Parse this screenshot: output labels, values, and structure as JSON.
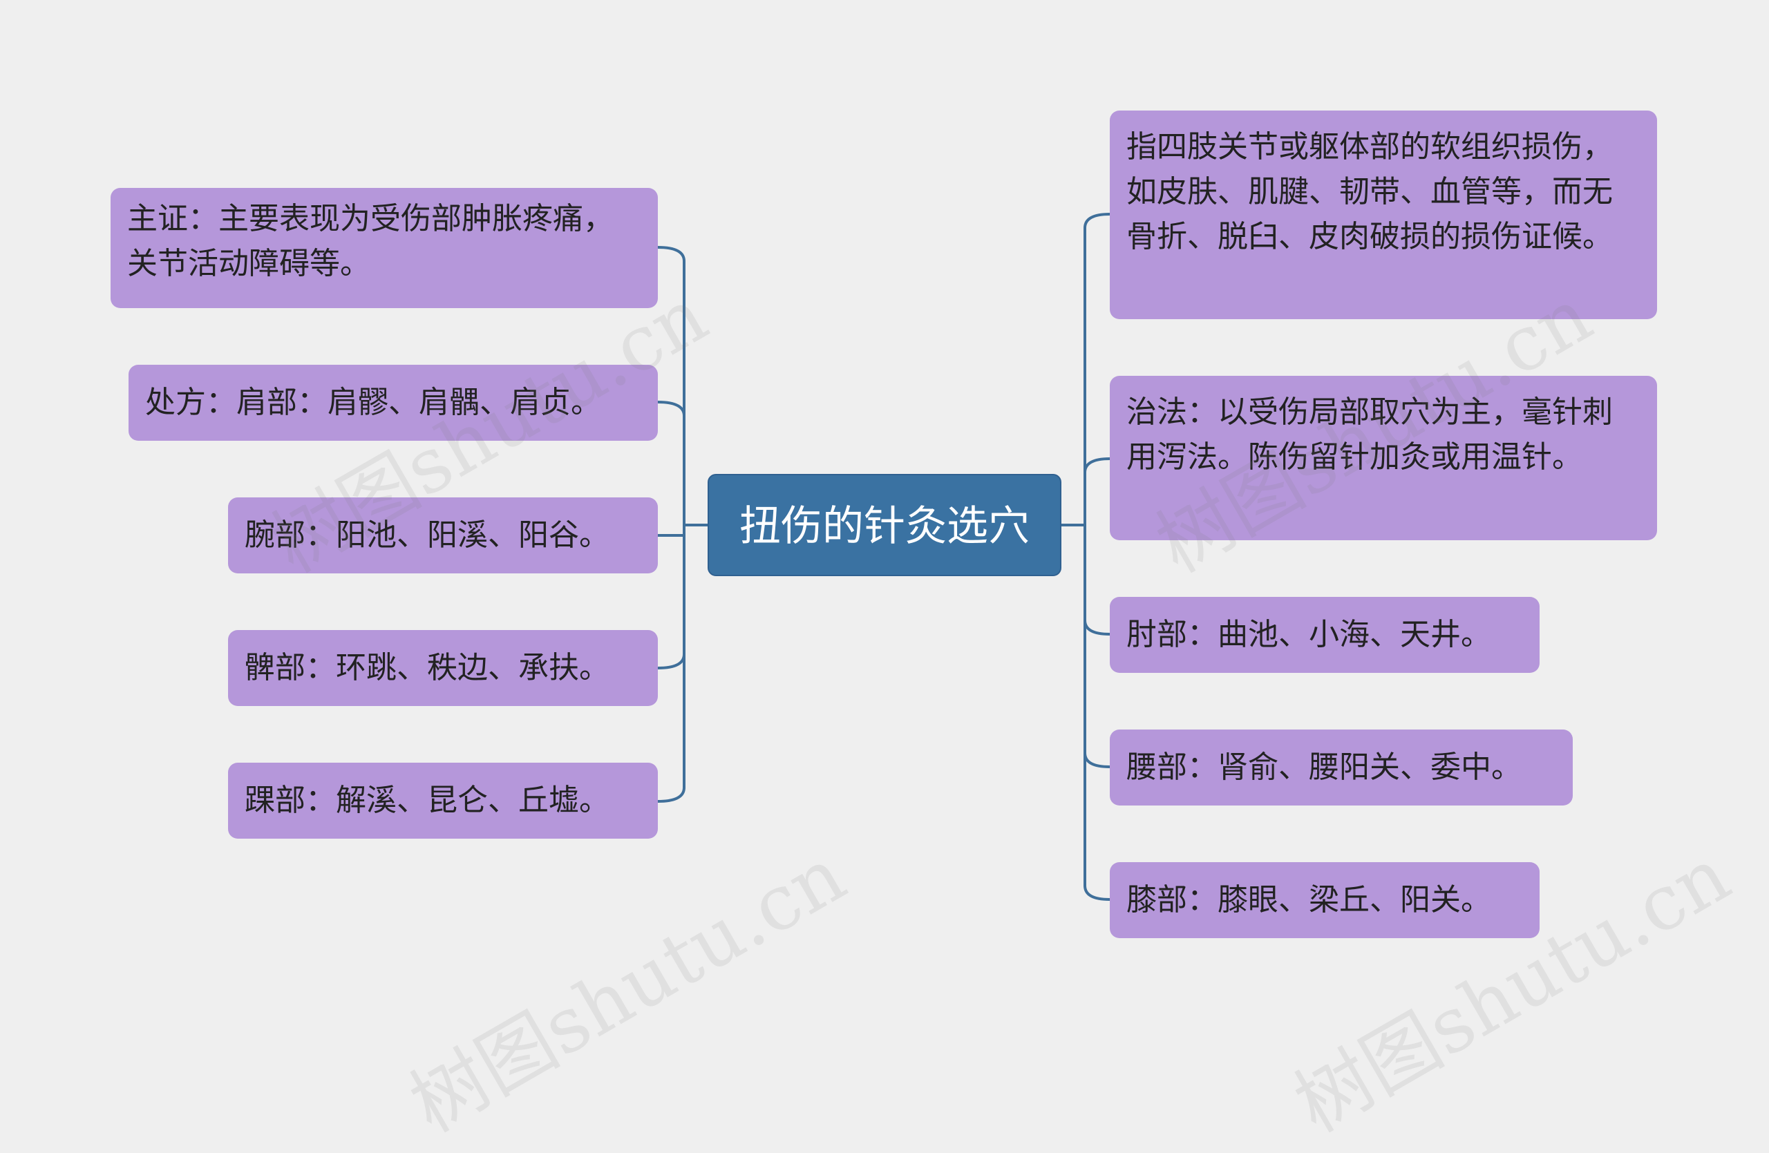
{
  "mindmap": {
    "center": {
      "label": "扭伤的针灸选穴"
    },
    "left": [
      {
        "text": "主证：主要表现为受伤部肿胀疼痛，关节活动障碍等。"
      },
      {
        "text": "处方：肩部：肩髎、肩髃、肩贞。"
      },
      {
        "text": "腕部：阳池、阳溪、阳谷。"
      },
      {
        "text": "髀部：环跳、秩边、承扶。"
      },
      {
        "text": "踝部：解溪、昆仑、丘墟。"
      }
    ],
    "right": [
      {
        "text": "指四肢关节或躯体部的软组织损伤，如皮肤、肌腱、韧带、血管等，而无骨折、脱臼、皮肉破损的损伤证候。"
      },
      {
        "text": "治法：以受伤局部取穴为主，毫针刺用泻法。陈伤留针加灸或用温针。"
      },
      {
        "text": "肘部：曲池、小海、天井。"
      },
      {
        "text": "腰部：肾俞、腰阳关、委中。"
      },
      {
        "text": "膝部：膝眼、梁丘、阳关。"
      }
    ]
  },
  "watermark": {
    "text": "树图shutu.cn"
  },
  "colors": {
    "line": "#3f6f9a",
    "node": "#b597da",
    "center": "#3a72a2"
  }
}
